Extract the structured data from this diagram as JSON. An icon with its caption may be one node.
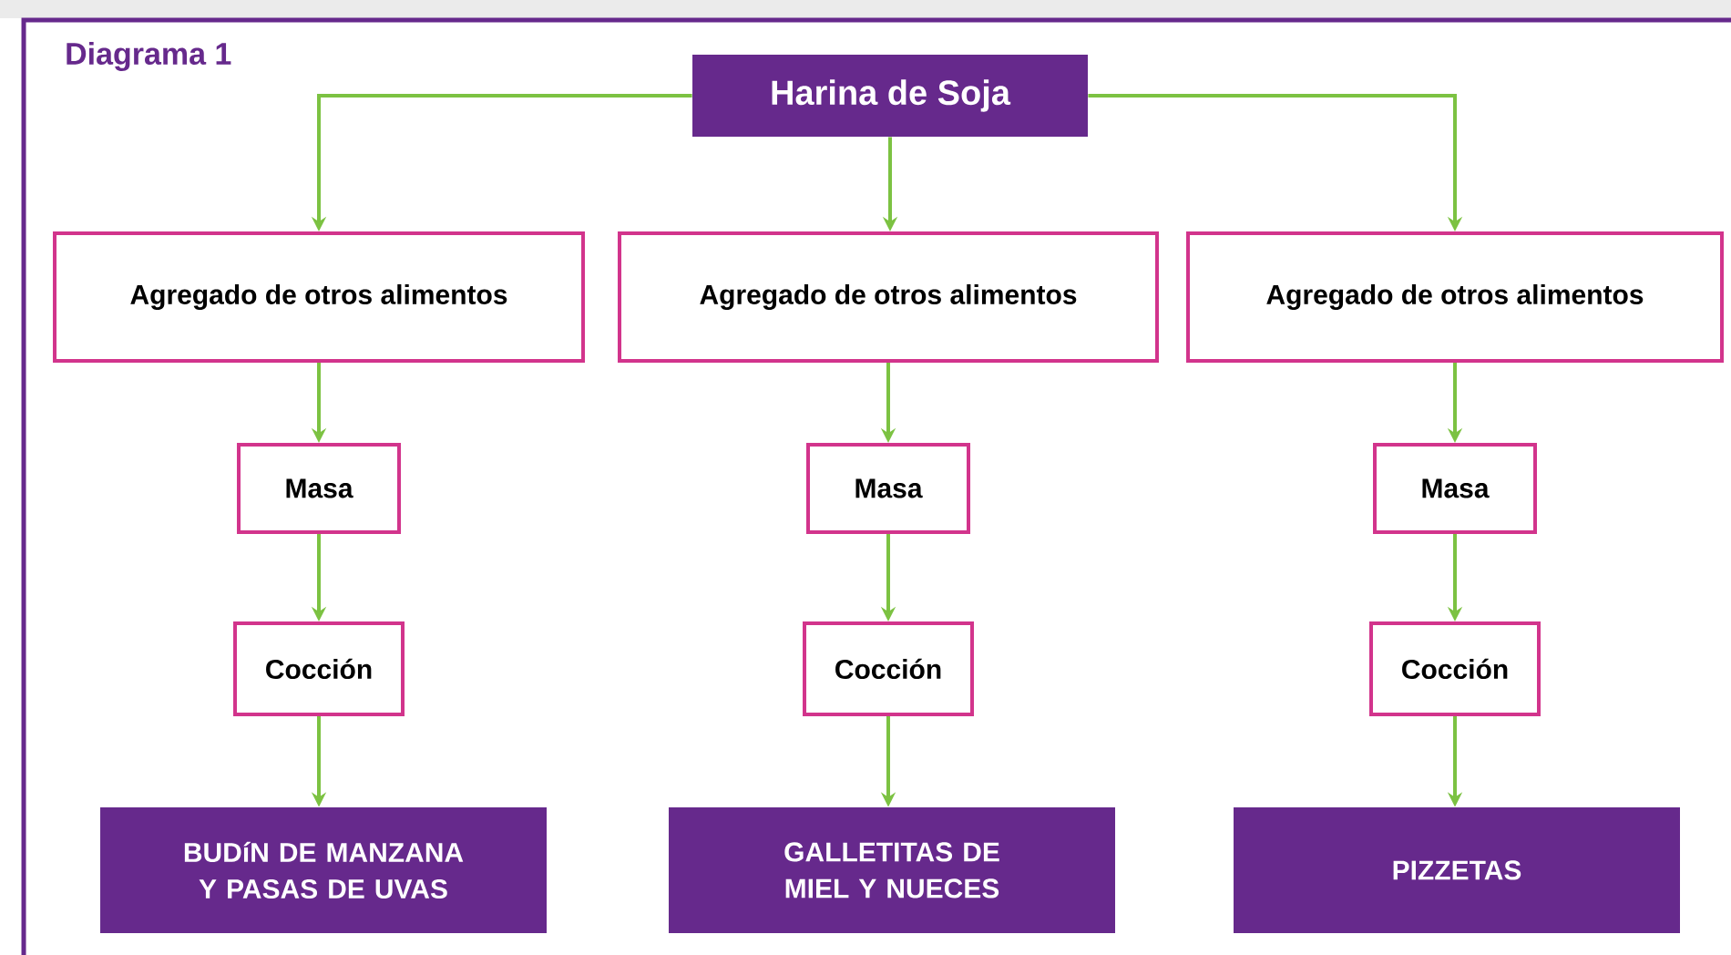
{
  "diagram": {
    "title": "Diagrama 1",
    "nodes": [
      {
        "text": [
          "Harina de Soja"
        ]
      },
      {
        "text": [
          "Agregado de otros alimentos"
        ]
      },
      {
        "text": [
          "Masa"
        ]
      },
      {
        "text": [
          "Cocción"
        ]
      },
      {
        "text": [
          "BUDíN DE MANZANA Y PASAS DE UVAS"
        ]
      },
      {
        "text": [
          "Agregado de otros alimentos"
        ]
      },
      {
        "text": [
          "Masa"
        ]
      },
      {
        "text": [
          "Cocción"
        ]
      },
      {
        "text": [
          "GALLETITAS DE MIEL Y NUECES"
        ]
      },
      {
        "text": [
          "Agregado de otros alimentos"
        ]
      },
      {
        "text": [
          "Masa"
        ]
      },
      {
        "text": [
          "Cocción"
        ]
      },
      {
        "text": [
          "PIZZETAS"
        ]
      }
    ],
    "edges": [
      {
        "from": 0,
        "to": 1,
        "arrow": "to"
      },
      {
        "from": 1,
        "to": 2,
        "arrow": "to"
      },
      {
        "from": 2,
        "to": 3,
        "arrow": "to"
      },
      {
        "from": 3,
        "to": 4,
        "arrow": "to"
      },
      {
        "from": 0,
        "to": 5,
        "arrow": "to"
      },
      {
        "from": 5,
        "to": 6,
        "arrow": "to"
      },
      {
        "from": 6,
        "to": 7,
        "arrow": "to"
      },
      {
        "from": 7,
        "to": 8,
        "arrow": "to"
      },
      {
        "from": 0,
        "to": 9,
        "arrow": "to"
      },
      {
        "from": 9,
        "to": 10,
        "arrow": "to"
      },
      {
        "from": 10,
        "to": 11,
        "arrow": "to"
      },
      {
        "from": 11,
        "to": 12,
        "arrow": "to"
      }
    ]
  }
}
